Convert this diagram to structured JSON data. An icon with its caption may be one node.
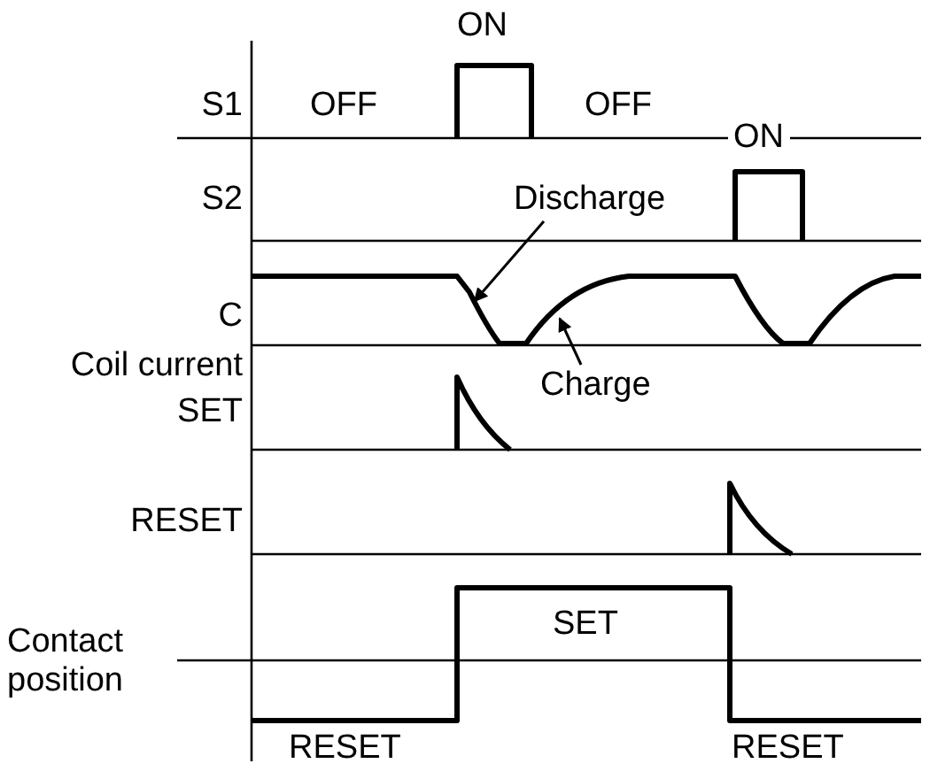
{
  "diagram": {
    "nodes": [
      {
        "text": [
          "Discharge"
        ]
      },
      {
        "text": [
          "Charge"
        ]
      },
      {
        "text": [],
        "shape": "curve"
      }
    ],
    "edges": [
      {
        "from": 0,
        "to": 2,
        "arrow": "to"
      },
      {
        "from": 1,
        "to": 2,
        "arrow": "to"
      }
    ],
    "labels": [
      "ON",
      "S1",
      "OFF",
      "OFF",
      "ON",
      "S2",
      "C",
      "Coil current",
      "SET",
      "RESET",
      "Contact position",
      "SET",
      "RESET",
      "RESET"
    ]
  }
}
